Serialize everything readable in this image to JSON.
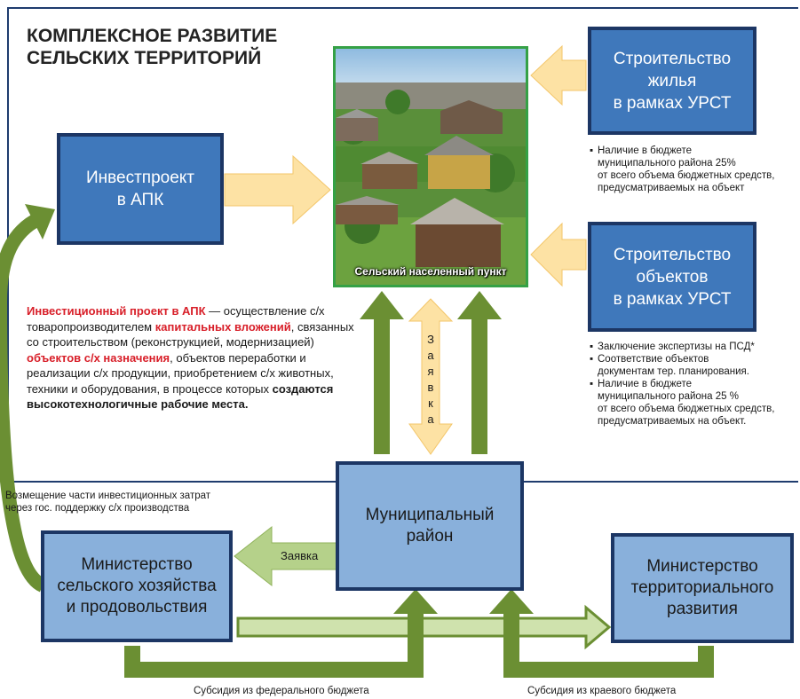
{
  "title": {
    "line1": "КОМПЛЕКСНОЕ РАЗВИТИЕ",
    "line2": "СЕЛЬСКИХ ТЕРРИТОРИЙ"
  },
  "boxes": {
    "investproject": {
      "line1": "Инвестпроект",
      "line2": "в АПК"
    },
    "housing": {
      "line1": "Строительство",
      "line2": "жилья",
      "line3": "в рамках УРСТ"
    },
    "objects": {
      "line1": "Строительство",
      "line2": "объектов",
      "line3": "в рамках УРСТ"
    },
    "municipal": {
      "line1": "Муниципальный",
      "line2": "район"
    },
    "ministry_agri": {
      "line1": "Министерство",
      "line2": "сельского хозяйства",
      "line3": "и продовольствия"
    },
    "ministry_terr": {
      "line1": "Министерство",
      "line2": "территориального",
      "line3": "развития"
    }
  },
  "photo_caption": "Сельский населенный пункт",
  "housing_notes": [
    "Наличие в бюджете муниципального района 25% от всего объема бюджетных средств, предусматриваемых на объект"
  ],
  "objects_notes": [
    "Заключение экспертизы на ПСД*",
    "Соответствие объектов документам тер. планирования.",
    "Наличие в бюджете муниципального района 25 % от всего объема бюджетных средств, предусматриваемых на объект."
  ],
  "housing_note_lines": [
    "Наличие в бюджете",
    "муниципального района 25%",
    "от всего объема бюджетных средств,",
    "предусматриваемых на объект"
  ],
  "objects_note_lines": {
    "n1": [
      "Заключение экспертизы на ПСД*"
    ],
    "n2": [
      "Соответствие объектов",
      "документам тер. планирования."
    ],
    "n3": [
      "Наличие в бюджете",
      "муниципального района 25 %",
      "от всего объема бюджетных средств,",
      "предусматриваемых на объект."
    ]
  },
  "description": {
    "term": "Инвестиционный проект в АПК",
    "p1": " — осуществление с/х товаропроизводителем ",
    "capital": "капитальных вложений",
    "p2": ", связанных со строительством (реконструкцией, модернизацией) ",
    "objects": "объектов с/х назначения",
    "p3": ", объектов переработки и реализации с/х продукции, приобретением с/х животных, техники и оборудования, в процессе которых ",
    "bold_end": "создаются высокотехнологичные рабочие места."
  },
  "labels": {
    "request_vertical": "Заявка",
    "request_horizontal": "Заявка",
    "compensation_line1": "Возмещение части инвестиционных затрат",
    "compensation_line2": "через гос. поддержку с/х производства",
    "subsidy_federal": "Субсидия из федерального бюджета",
    "subsidy_regional": "Субсидия из краевого бюджета"
  },
  "colors": {
    "frame": "#1f3c6e",
    "blue_box": "#3f78bb",
    "light_box": "#89b0db",
    "green_arrow": "#6b8f33",
    "light_green_arrow": "#b5d18a",
    "cream_arrow": "#fde2a4",
    "highlight_red": "#d81e28"
  }
}
